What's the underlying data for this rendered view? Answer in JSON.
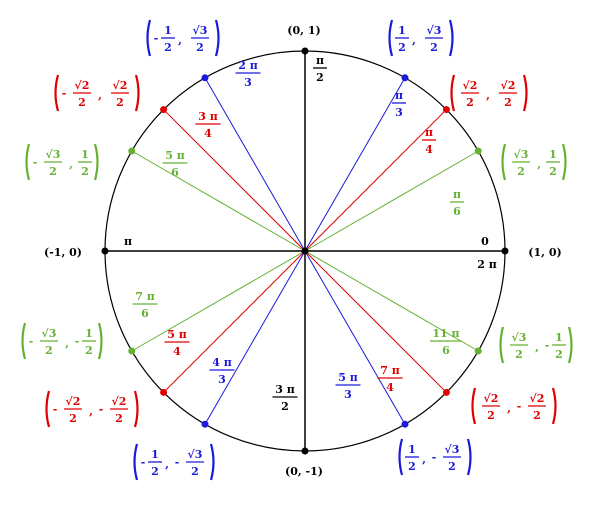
{
  "title": "Unit Circle",
  "colors": {
    "axis": "#000000",
    "circle": "#000000",
    "sixths": "#66b032",
    "quarters": "#e00000",
    "thirds": "#1a1adc"
  },
  "axis_points": [
    {
      "angle_deg": 0,
      "angle_label": "0",
      "angle_label_alt": "2 π",
      "coord_label": "(1, 0)"
    },
    {
      "angle_deg": 90,
      "angle_label": "π/2",
      "coord_label": "(0, 1)"
    },
    {
      "angle_deg": 180,
      "angle_label": "π",
      "coord_label": "(-1, 0)"
    },
    {
      "angle_deg": 270,
      "angle_label": "3π/2",
      "coord_label": "(0, -1)"
    }
  ],
  "angles": [
    {
      "angle_deg": 30,
      "group": "sixths",
      "num": "π",
      "den": "6",
      "x": {
        "sign": "",
        "num": "√3",
        "den": "2"
      },
      "y": {
        "sign": "",
        "num": "1",
        "den": "2"
      }
    },
    {
      "angle_deg": 45,
      "group": "quarters",
      "num": "π",
      "den": "4",
      "x": {
        "sign": "",
        "num": "√2",
        "den": "2"
      },
      "y": {
        "sign": "",
        "num": "√2",
        "den": "2"
      }
    },
    {
      "angle_deg": 60,
      "group": "thirds",
      "num": "π",
      "den": "3",
      "x": {
        "sign": "",
        "num": "1",
        "den": "2"
      },
      "y": {
        "sign": "",
        "num": "√3",
        "den": "2"
      }
    },
    {
      "angle_deg": 120,
      "group": "thirds",
      "num": "2 π",
      "den": "3",
      "x": {
        "sign": "-",
        "num": "1",
        "den": "2"
      },
      "y": {
        "sign": "",
        "num": "√3",
        "den": "2"
      }
    },
    {
      "angle_deg": 135,
      "group": "quarters",
      "num": "3 π",
      "den": "4",
      "x": {
        "sign": "-",
        "num": "√2",
        "den": "2"
      },
      "y": {
        "sign": "",
        "num": "√2",
        "den": "2"
      }
    },
    {
      "angle_deg": 150,
      "group": "sixths",
      "num": "5 π",
      "den": "6",
      "x": {
        "sign": "-",
        "num": "√3",
        "den": "2"
      },
      "y": {
        "sign": "",
        "num": "1",
        "den": "2"
      }
    },
    {
      "angle_deg": 210,
      "group": "sixths",
      "num": "7 π",
      "den": "6",
      "x": {
        "sign": "-",
        "num": "√3",
        "den": "2"
      },
      "y": {
        "sign": "-",
        "num": "1",
        "den": "2"
      }
    },
    {
      "angle_deg": 225,
      "group": "quarters",
      "num": "5 π",
      "den": "4",
      "x": {
        "sign": "-",
        "num": "√2",
        "den": "2"
      },
      "y": {
        "sign": "-",
        "num": "√2",
        "den": "2"
      }
    },
    {
      "angle_deg": 240,
      "group": "thirds",
      "num": "4 π",
      "den": "3",
      "x": {
        "sign": "-",
        "num": "1",
        "den": "2"
      },
      "y": {
        "sign": "-",
        "num": "√3",
        "den": "2"
      }
    },
    {
      "angle_deg": 300,
      "group": "thirds",
      "num": "5 π",
      "den": "3",
      "x": {
        "sign": "",
        "num": "1",
        "den": "2"
      },
      "y": {
        "sign": "-",
        "num": "√3",
        "den": "2"
      }
    },
    {
      "angle_deg": 315,
      "group": "quarters",
      "num": "7 π",
      "den": "4",
      "x": {
        "sign": "",
        "num": "√2",
        "den": "2"
      },
      "y": {
        "sign": "-",
        "num": "√2",
        "den": "2"
      }
    },
    {
      "angle_deg": 330,
      "group": "sixths",
      "num": "11 π",
      "den": "6",
      "x": {
        "sign": "",
        "num": "√3",
        "den": "2"
      },
      "y": {
        "sign": "-",
        "num": "1",
        "den": "2"
      }
    }
  ]
}
